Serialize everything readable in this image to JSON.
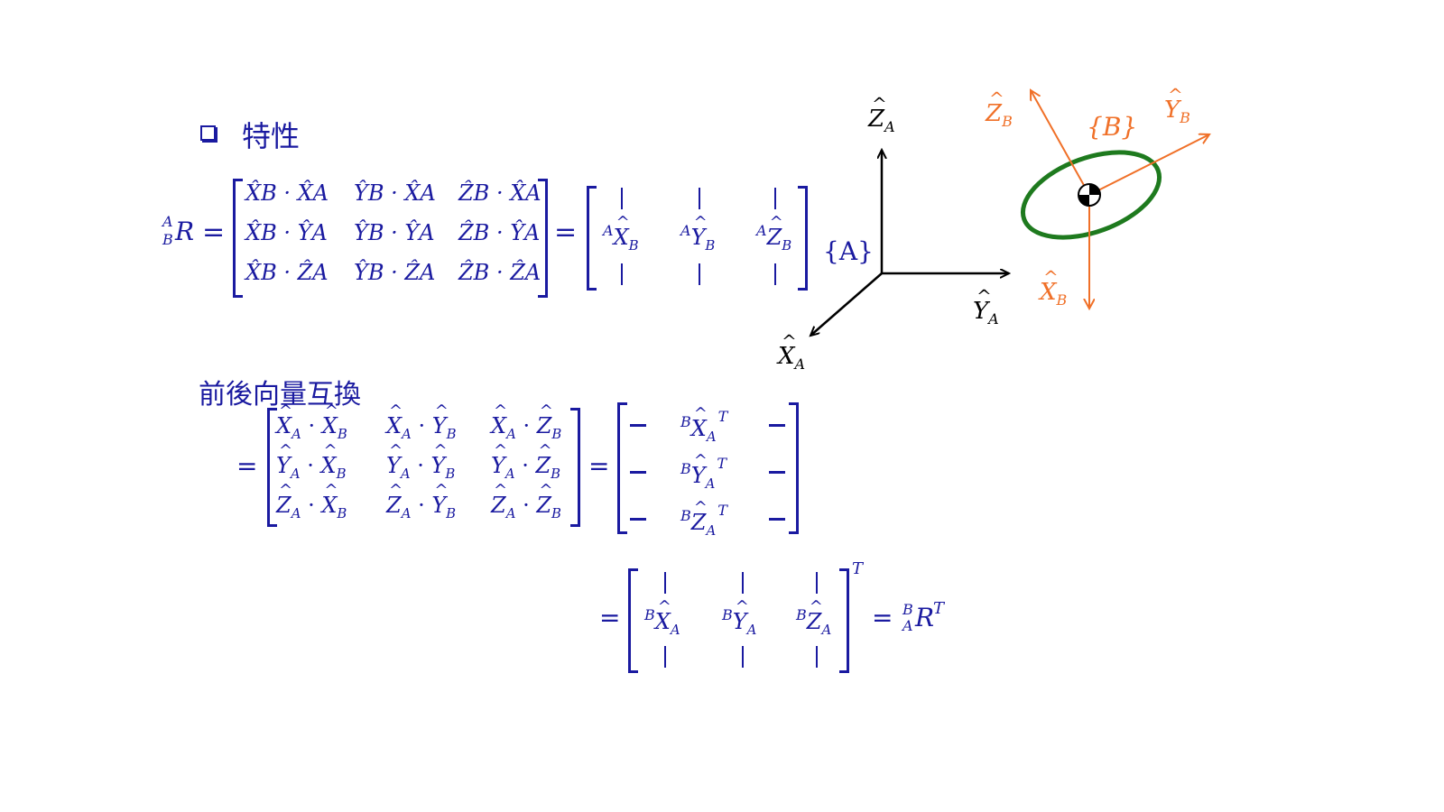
{
  "heading": "特性",
  "subheading": "前後向量互換",
  "eq1": {
    "lhs_sup": "A",
    "lhs_sub": "B",
    "lhs_letter": "R",
    "equals": "=",
    "matrix": [
      [
        "X̂B · X̂A",
        "ŶB · X̂A",
        "ẐB · X̂A"
      ],
      [
        "X̂B · ŶA",
        "ŶB · ŶA",
        "ẐB · ŶA"
      ],
      [
        "X̂B · ẐA",
        "ŶB · ẐA",
        "ẐB · ẐA"
      ]
    ],
    "columns": [
      {
        "sup": "A",
        "letter": "X",
        "sub": "B"
      },
      {
        "sup": "A",
        "letter": "Y",
        "sub": "B"
      },
      {
        "sup": "A",
        "letter": "Z",
        "sub": "B"
      }
    ],
    "frame_label": "{A}"
  },
  "eq2": {
    "equals": "=",
    "matrix": [
      [
        [
          "X",
          "A",
          "X",
          "B"
        ],
        [
          "X",
          "A",
          "Y",
          "B"
        ],
        [
          "X",
          "A",
          "Z",
          "B"
        ]
      ],
      [
        [
          "Y",
          "A",
          "X",
          "B"
        ],
        [
          "Y",
          "A",
          "Y",
          "B"
        ],
        [
          "Y",
          "A",
          "Z",
          "B"
        ]
      ],
      [
        [
          "Z",
          "A",
          "X",
          "B"
        ],
        [
          "Z",
          "A",
          "Y",
          "B"
        ],
        [
          "Z",
          "A",
          "Z",
          "B"
        ]
      ]
    ],
    "rows": [
      {
        "sup": "B",
        "letter": "X",
        "sub": "A",
        "exp": "T"
      },
      {
        "sup": "B",
        "letter": "Y",
        "sub": "A",
        "exp": "T"
      },
      {
        "sup": "B",
        "letter": "Z",
        "sub": "A",
        "exp": "T"
      }
    ]
  },
  "eq3": {
    "equals": "=",
    "columns": [
      {
        "sup": "B",
        "letter": "X",
        "sub": "A"
      },
      {
        "sup": "B",
        "letter": "Y",
        "sub": "A"
      },
      {
        "sup": "B",
        "letter": "Z",
        "sub": "A"
      }
    ],
    "matrix_exp": "T",
    "rhs_sup": "B",
    "rhs_sub": "A",
    "rhs_letter": "R",
    "rhs_exp": "T"
  },
  "diagram": {
    "frame_a": {
      "z_label": "Z",
      "z_sub": "A",
      "y_label": "Y",
      "y_sub": "A",
      "x_label": "X",
      "x_sub": "A",
      "color": "#000000"
    },
    "frame_b": {
      "label": "{B}",
      "z_label": "Z",
      "z_sub": "B",
      "y_label": "Y",
      "y_sub": "B",
      "x_label": "X",
      "x_sub": "B",
      "color": "#f07028"
    },
    "body_color": "#1e7a1e",
    "text_color": "#1a1aa0"
  }
}
